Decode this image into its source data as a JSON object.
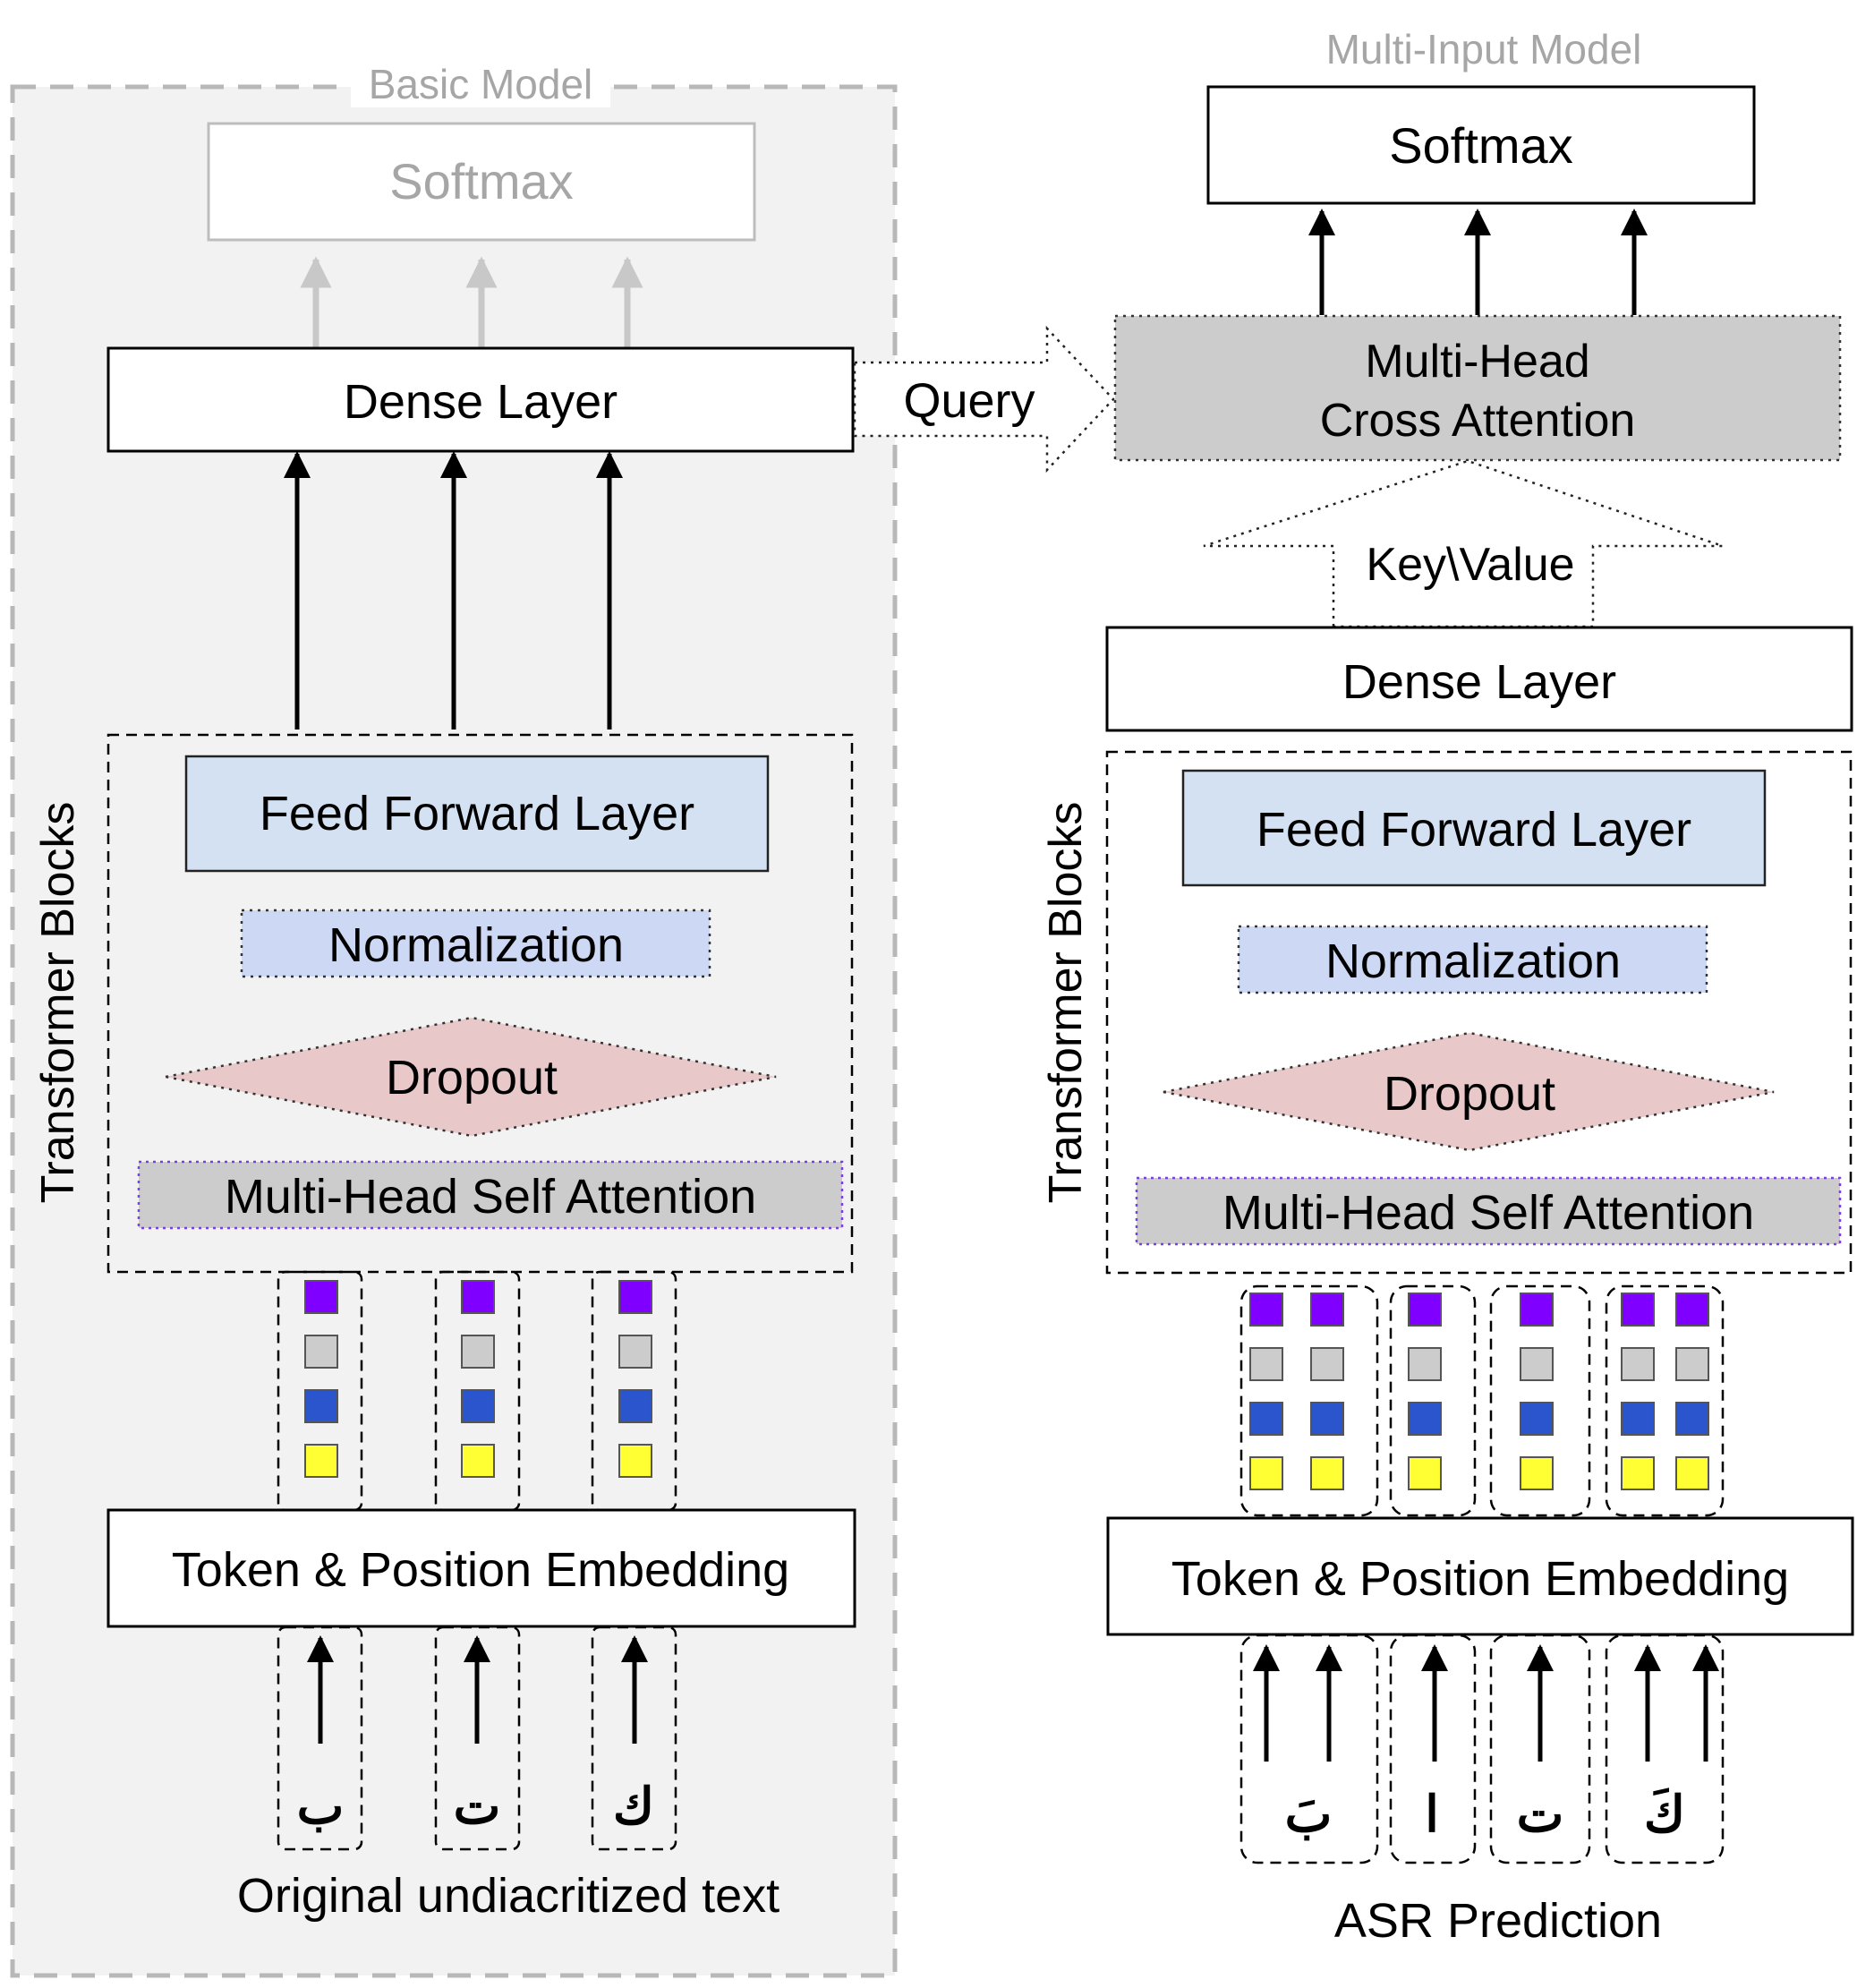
{
  "basic_model": {
    "title": "Basic Model",
    "softmax": "Softmax",
    "dense": "Dense Layer",
    "blocks_label": "Transformer Blocks",
    "feed_forward": "Feed Forward Layer",
    "normalization": "Normalization",
    "dropout": "Dropout",
    "self_attention": "Multi-Head Self Attention",
    "embedding": "Token & Position Embedding",
    "tokens": [
      "ب",
      "ت",
      "ك"
    ],
    "caption": "Original undiacritized text"
  },
  "connection": {
    "query": "Query",
    "key_value": "Key\\Value"
  },
  "multi_input_model": {
    "title": "Multi-Input Model",
    "softmax": "Softmax",
    "cross_attention": [
      "Multi-Head",
      "Cross Attention"
    ],
    "dense": "Dense Layer",
    "blocks_label": "Transformer Blocks",
    "feed_forward": "Feed Forward Layer",
    "normalization": "Normalization",
    "dropout": "Dropout",
    "self_attention": "Multi-Head Self Attention",
    "embedding": "Token & Position Embedding",
    "tokens": [
      "بَ",
      "ا",
      "ت",
      "كَ"
    ],
    "caption": "ASR Prediction"
  },
  "colors": {
    "purple": "#8000ff",
    "gray": "#cccccc",
    "blue": "#2a55cc",
    "yellow": "#ffff33",
    "feed_forward": "#d3e1f3",
    "normalization": "#cdd8f5",
    "dropout": "#e8c8c8",
    "attention": "#cccccc",
    "panel": "#f2f2f2"
  }
}
